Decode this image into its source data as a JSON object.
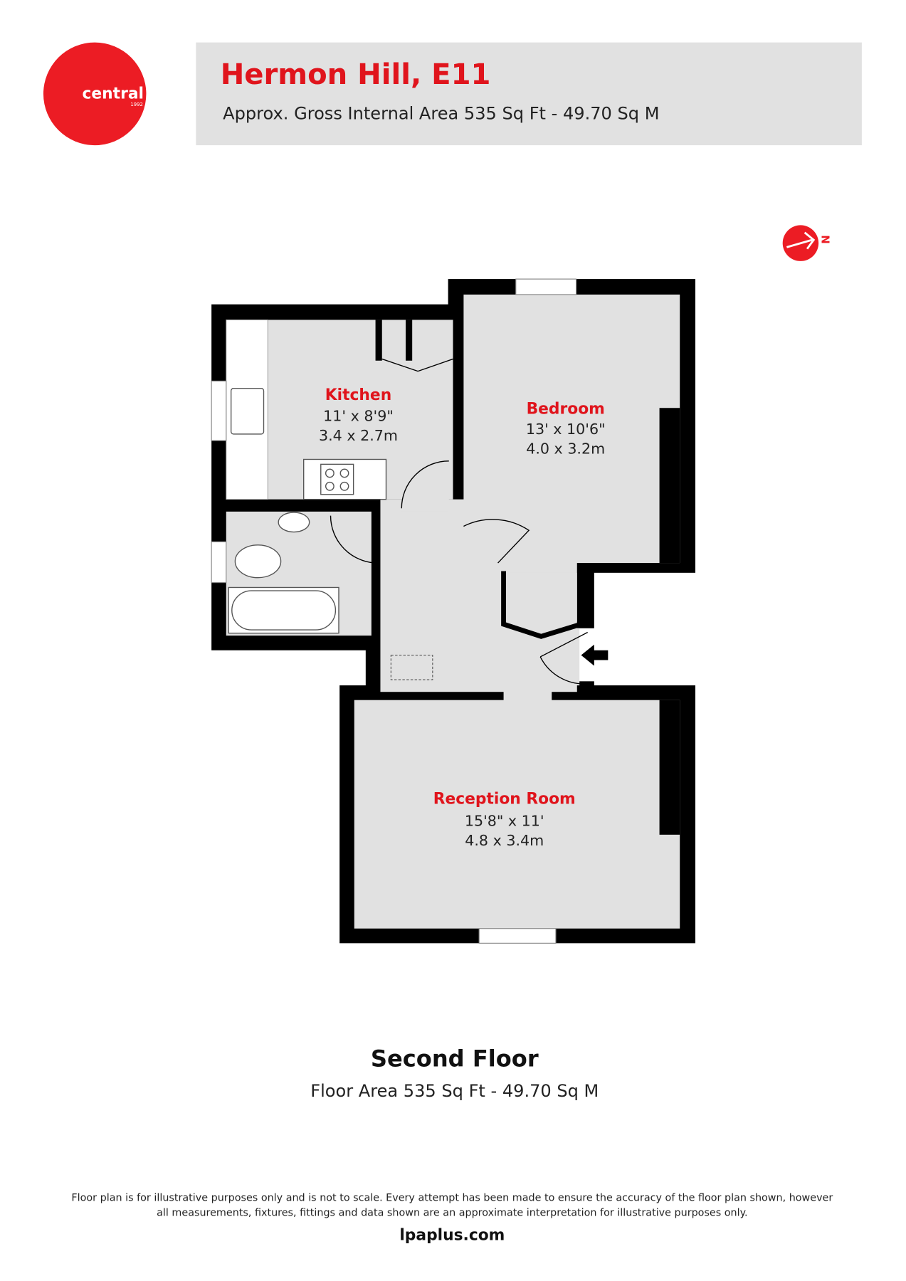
{
  "brand": {
    "name": "central",
    "year": "1992",
    "color": "#ec1c24"
  },
  "header": {
    "title": "Hermon Hill, E11",
    "subtitle": "Approx. Gross Internal Area 535 Sq Ft - 49.70 Sq M",
    "background": "#e1e1e1"
  },
  "compass": {
    "label": "N",
    "icon": "north-arrow-icon"
  },
  "rooms": [
    {
      "name": "Kitchen",
      "imperial": "11' x 8'9\"",
      "metric": "3.4 x 2.7m"
    },
    {
      "name": "Bedroom",
      "imperial": "13' x 10'6\"",
      "metric": "4.0 x 3.2m"
    },
    {
      "name": "Reception Room",
      "imperial": "15'8\" x 11'",
      "metric": "4.8 x 3.4m"
    }
  ],
  "floor": {
    "name": "Second Floor",
    "area": "Floor Area 535 Sq Ft - 49.70 Sq M"
  },
  "footer": {
    "disclaimer_line1": "Floor plan is for illustrative purposes only and is not to scale. Every attempt has been made to ensure the accuracy of the floor plan shown, however",
    "disclaimer_line2": "all measurements, fixtures, fittings and data shown are an approximate interpretation for illustrative purposes only.",
    "website": "lpaplus.com"
  }
}
